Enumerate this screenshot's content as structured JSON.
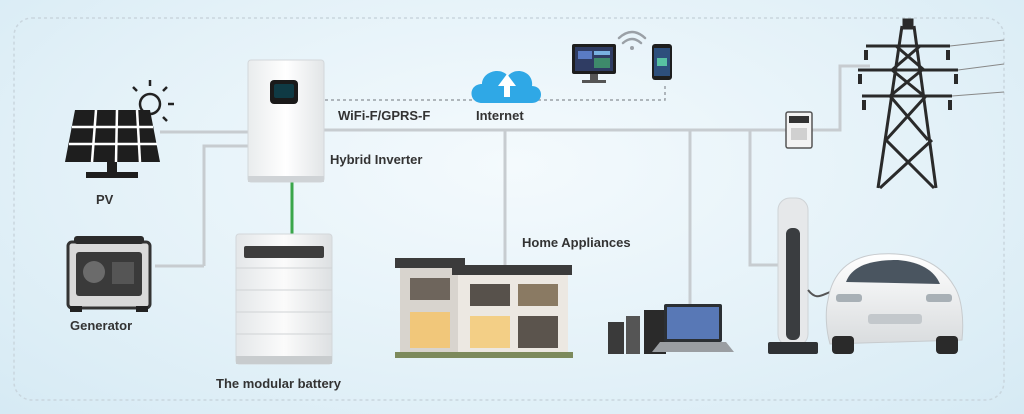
{
  "labels": {
    "pv": "PV",
    "generator": "Generator",
    "battery": "The modular battery",
    "inverter": "Hybrid Inverter",
    "wifi": "WiFi-F/GPRS-F",
    "internet": "Internet",
    "appliances": "Home Appliances"
  },
  "colors": {
    "line": "#c7ccd0",
    "green_link": "#3aa64a",
    "dashed": "#9aa0a6",
    "cloud": "#2fa8e6",
    "frame": "#c9d6de"
  }
}
